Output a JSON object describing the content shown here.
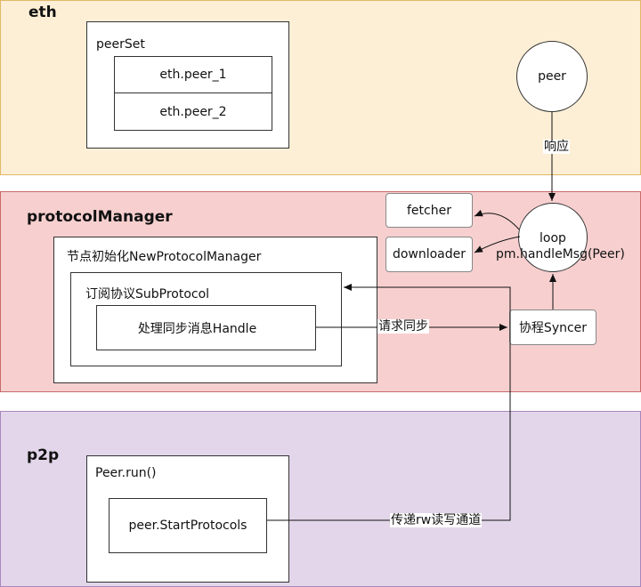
{
  "eth": {
    "title": "eth",
    "peerset_label": "peerSet",
    "peers": [
      "eth.peer_1",
      "eth.peer_2"
    ],
    "peer_node": "peer",
    "response_label": "响应"
  },
  "protocol_manager": {
    "title": "protocolManager",
    "init_label": "节点初始化NewProtocolManager",
    "subprotocol_label": "订阅协议SubProtocol",
    "handle_label": "处理同步消息Handle",
    "fetcher": "fetcher",
    "downloader": "downloader",
    "loop": "loop",
    "handle_msg": "pm.handleMsg(Peer)",
    "syncer": "协程Syncer",
    "sync_request_label": "请求同步"
  },
  "p2p": {
    "title": "p2p",
    "peer_run": "Peer.run()",
    "start_protocols": "peer.StartProtocols",
    "rw_channel_label": "传递rw读写通道"
  },
  "colors": {
    "eth_band": "#fdefd6",
    "protocol_manager_band": "#f7cfcf",
    "p2p_band": "#e3d6ea"
  }
}
